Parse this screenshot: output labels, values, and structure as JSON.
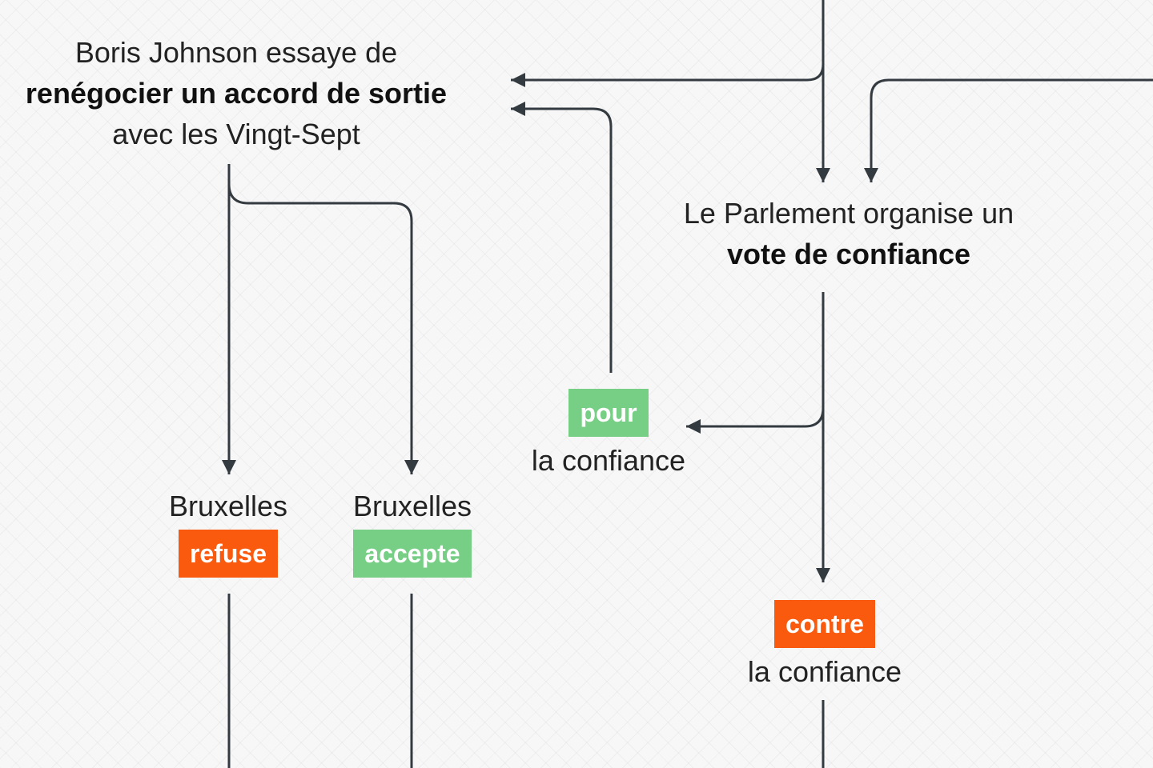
{
  "nodes": {
    "johnson": {
      "line1": "Boris Johnson essaye de",
      "line2": "renégocier un accord de sortie",
      "line3": "avec les Vingt-Sept"
    },
    "parlement": {
      "line1": "Le Parlement organise un",
      "line2": "vote de confiance"
    },
    "bruxelles_refuse": {
      "label": "Bruxelles",
      "badge": "refuse"
    },
    "bruxelles_accepte": {
      "label": "Bruxelles",
      "badge": "accepte"
    },
    "vote_pour": {
      "badge": "pour",
      "label": "la confiance"
    },
    "vote_contre": {
      "badge": "contre",
      "label": "la confiance"
    }
  },
  "colors": {
    "positive": "#77cf86",
    "negative": "#fa5a0e",
    "connector": "#333a40"
  }
}
